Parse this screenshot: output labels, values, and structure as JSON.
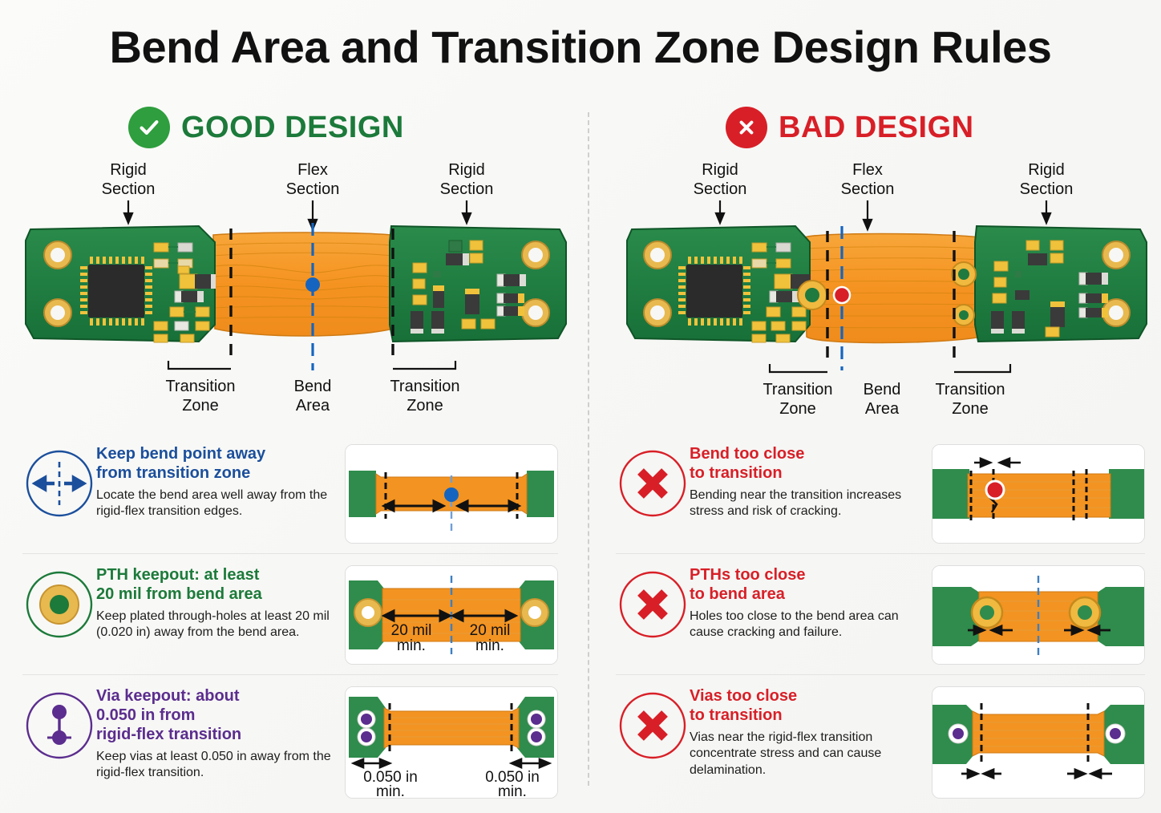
{
  "title": "Bend Area and Transition Zone Design Rules",
  "colors": {
    "good_green": "#1c7a3a",
    "bad_red": "#d81f27",
    "blue": "#1b4f9c",
    "purple": "#5b2d8e",
    "pcb_green": "#1f7a3f",
    "flex_orange": "#f39321",
    "bend_dot_good": "#1565c0",
    "bend_dot_bad": "#d81f27",
    "background": "#f8f8f6"
  },
  "columns": {
    "good": {
      "badge_icon": "check-icon",
      "heading": "GOOD DESIGN",
      "diagram": {
        "callouts": {
          "left_rigid": "Rigid\nSection",
          "flex": "Flex\nSection",
          "right_rigid": "Rigid\nSection",
          "left_transition": "Transition\nZone",
          "bend": "Bend\nArea",
          "right_transition": "Transition\nZone"
        },
        "left_rigid_line1": "Rigid",
        "left_rigid_line2": "Section",
        "flex_line1": "Flex",
        "flex_line2": "Section",
        "right_rigid_line1": "Rigid",
        "right_rigid_line2": "Section",
        "left_tz_line1": "Transition",
        "left_tz_line2": "Zone",
        "bend_line1": "Bend",
        "bend_line2": "Area",
        "right_tz_line1": "Transition",
        "right_tz_line2": "Zone"
      },
      "rules": [
        {
          "icon": "bend-distance-icon",
          "title": "Keep bend point away\nfrom transition zone",
          "title_line1": "Keep bend point away",
          "title_line2": "from transition zone",
          "desc": "Locate the bend area well away from the rigid-flex transition edges.",
          "color": "#1b4f9c",
          "thumb": {
            "name": "bend-clearance-thumb",
            "labels": []
          }
        },
        {
          "icon": "pth-pad-icon",
          "title": "PTH keepout: at least\n20 mil from bend area",
          "title_line1": "PTH keepout: at least",
          "title_line2": "20 mil from bend area",
          "desc": "Keep plated through-holes at least 20 mil (0.020 in) away from the bend area.",
          "color": "#1c7a3a",
          "thumb": {
            "name": "pth-keepout-thumb",
            "labels": [
              "20 mil",
              "min.",
              "20 mil",
              "min."
            ],
            "left_value": "20 mil",
            "left_unit": "min.",
            "right_value": "20 mil",
            "right_unit": "min."
          }
        },
        {
          "icon": "via-pair-icon",
          "title": "Via keepout: about\n0.050 in from\nrigid-flex transition",
          "title_line1": "Via keepout: about",
          "title_line2": "0.050 in from",
          "title_line3": "rigid-flex transition",
          "desc": "Keep vias at least 0.050 in away from the rigid-flex transition.",
          "color": "#5b2d8e",
          "thumb": {
            "name": "via-keepout-thumb",
            "labels": [
              "0.050 in",
              "min.",
              "0.050 in",
              "min."
            ],
            "left_value": "0.050 in",
            "left_unit": "min.",
            "right_value": "0.050 in",
            "right_unit": "min."
          }
        }
      ]
    },
    "bad": {
      "badge_icon": "cross-icon",
      "heading": "BAD DESIGN",
      "diagram": {
        "left_rigid_line1": "Rigid",
        "left_rigid_line2": "Section",
        "flex_line1": "Flex",
        "flex_line2": "Section",
        "right_rigid_line1": "Rigid",
        "right_rigid_line2": "Section",
        "left_tz_line1": "Transition",
        "left_tz_line2": "Zone",
        "bend_line1": "Bend",
        "bend_line2": "Area",
        "right_tz_line1": "Transition",
        "right_tz_line2": "Zone"
      },
      "rules": [
        {
          "icon": "cross-circle-icon",
          "title": "Bend too close\nto transition",
          "title_line1": "Bend too close",
          "title_line2": "to transition",
          "desc": "Bending near the transition increases stress and risk of cracking.",
          "color": "#d81f27",
          "thumb": {
            "name": "bend-too-close-thumb",
            "labels": []
          }
        },
        {
          "icon": "cross-circle-icon",
          "title": "PTHs too close\nto bend area",
          "title_line1": "PTHs too close",
          "title_line2": "to bend area",
          "desc": "Holes too close to the bend area can cause cracking and failure.",
          "color": "#d81f27",
          "thumb": {
            "name": "pth-too-close-thumb",
            "labels": []
          }
        },
        {
          "icon": "cross-circle-icon",
          "title": "Vias too close\nto transition",
          "title_line1": "Vias too close",
          "title_line2": "to transition",
          "desc": "Vias near the rigid-flex transition concentrate stress and can cause delamination.",
          "color": "#d81f27",
          "thumb": {
            "name": "vias-too-close-thumb",
            "labels": []
          }
        }
      ]
    }
  }
}
